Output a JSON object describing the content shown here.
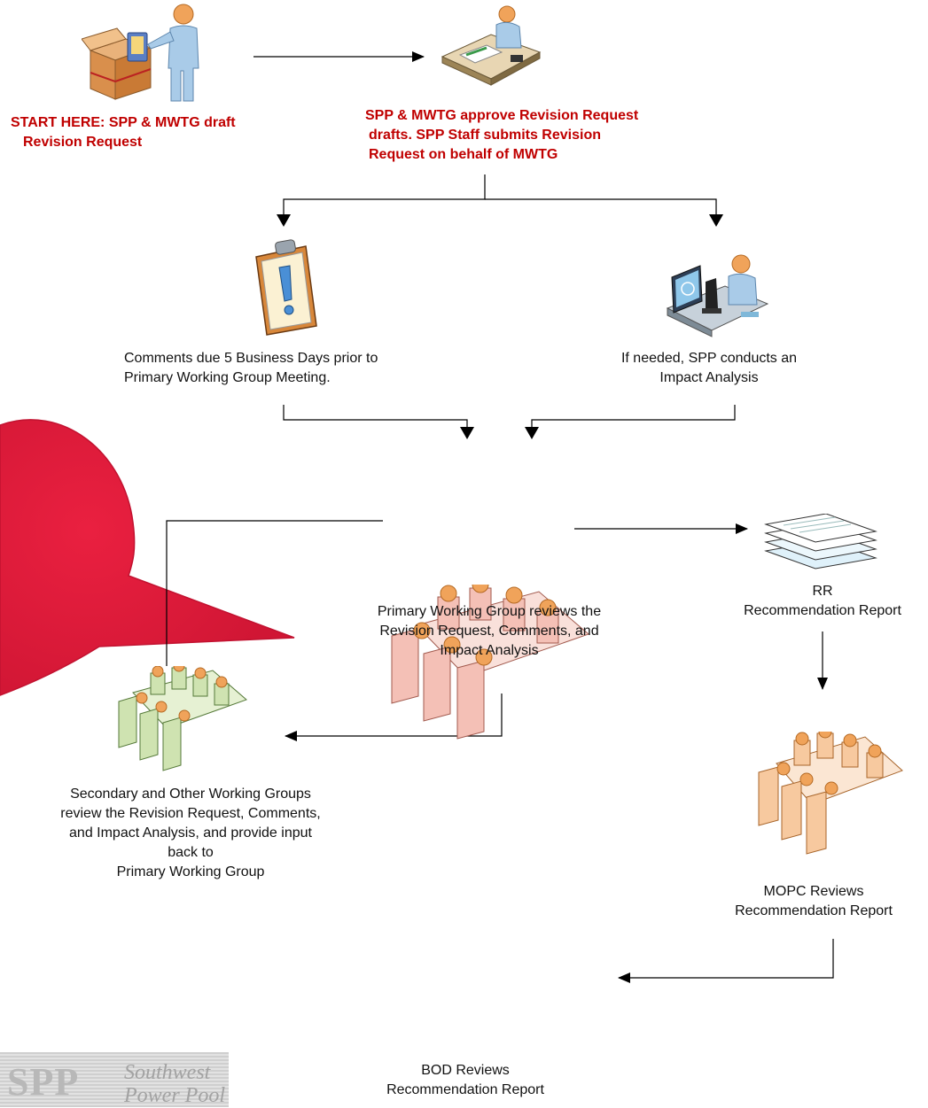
{
  "colors": {
    "start_text": "#c00000",
    "bubble": "#e8183a",
    "secondary_group": "#cfe3b1",
    "mopc_group": "#f7c99f",
    "bod_group": "#f4c0b6",
    "person_head": "#f0a35a"
  },
  "steps": {
    "start": {
      "line1": "START HERE: SPP & MWTG draft",
      "line2": "Revision Request"
    },
    "approve": {
      "line1": "SPP & MWTG approve Revision Request",
      "line2": "drafts.  SPP Staff submits Revision",
      "line3": "Request on behalf of MWTG"
    },
    "comments": {
      "line1": "Comments due 5 Business Days prior to",
      "line2": "Primary Working Group Meeting."
    },
    "impact": {
      "line1": "If needed, SPP conducts  an",
      "line2": "Impact Analysis"
    },
    "primary": {
      "line1": "Primary Working Group reviews  the",
      "line2": "Revision Request, Comments,  and",
      "line3": "Impact Analysis"
    },
    "rr_report": {
      "line1": "RR",
      "line2": "Recommendation Report"
    },
    "secondary": {
      "line1": "Secondary and Other Working Groups",
      "line2": "review the Revision Request,  Comments,",
      "line3": "and Impact Analysis, and  provide input",
      "line4": "back to",
      "line5": "Primary Working Group"
    },
    "mopc": {
      "line1": "MOPC Reviews",
      "line2": "Recommendation Report"
    },
    "bod": {
      "line1": "BOD Reviews",
      "line2": "Recommendation Report"
    }
  },
  "icons": {
    "start": "person-packing-box-icon",
    "approve": "person-at-desk-icon",
    "comments": "clipboard-alert-icon",
    "impact": "scientist-microscope-icon",
    "rr_report": "document-stack-icon",
    "secondary": "meeting-table-icon",
    "mopc": "meeting-table-icon",
    "bod": "meeting-table-icon"
  },
  "logo": {
    "symbol": "SPP",
    "line1": "Southwest",
    "line2": "Power Pool"
  }
}
